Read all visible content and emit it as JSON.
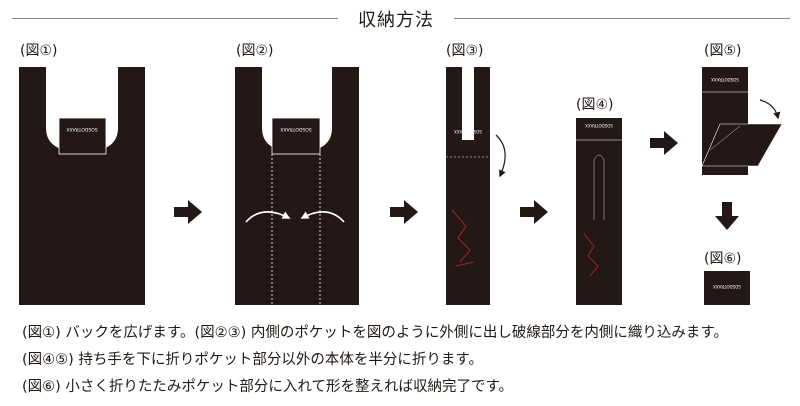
{
  "title": "収納方法",
  "figures": [
    {
      "label": "(図①)"
    },
    {
      "label": "(図②)"
    },
    {
      "label": "(図③)"
    },
    {
      "label": "(図④)"
    },
    {
      "label": "(図⑤)"
    },
    {
      "label": "(図⑥)"
    }
  ],
  "pocket_logo": "SOSDOTRAXX",
  "instructions": [
    "(図①) バックを広げます。(図②③) 内側のポケットを図のように外側に出し破線部分を内側に織り込みます。",
    "(図④⑤) 持ち手を下に折りポケット部分以外の本体を半分に折ります。",
    "(図⑥) 小さく折りたたみポケット部分に入れて形を整えれば収納完了です。"
  ],
  "colors": {
    "bag": "#231815",
    "accent": "#c1272d",
    "rule": "#8a8a8a"
  }
}
